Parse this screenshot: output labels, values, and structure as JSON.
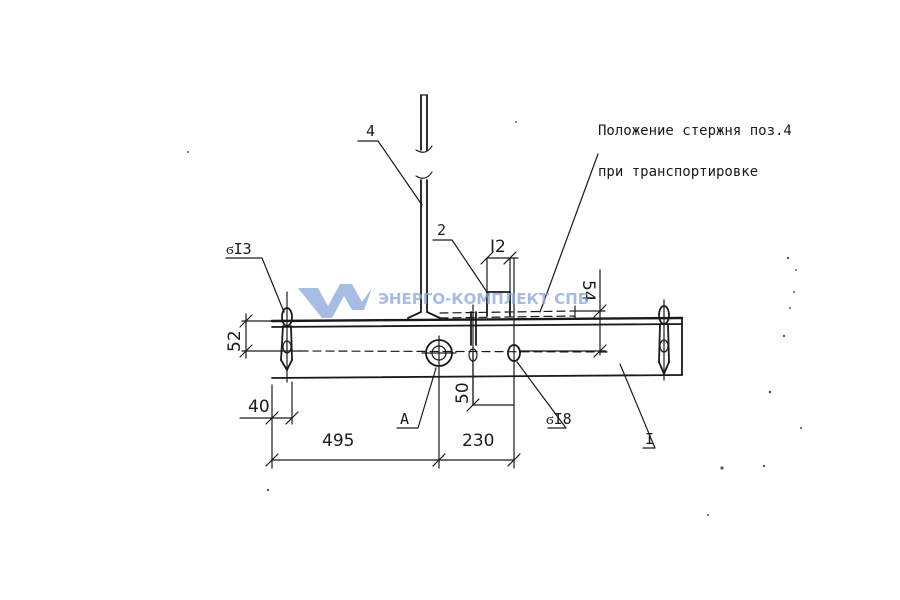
{
  "drawing": {
    "callouts": {
      "rod": "4",
      "bracket": "2",
      "beam": "I",
      "detail": "A",
      "hole_left": "ϭI3",
      "hole_right": "ϭI8"
    },
    "dimensions": {
      "d495": "495",
      "d230": "230",
      "d40": "40",
      "d52": "52",
      "d50": "50",
      "d12": "I2",
      "d54": "54"
    },
    "note": {
      "line1": "Положение стержня поз.4",
      "line2": "при транспортировке"
    },
    "watermark": {
      "text": "ЭНЕРГО-КОМПЛЕКТ СПБ",
      "color": "#8aa6d8"
    }
  }
}
